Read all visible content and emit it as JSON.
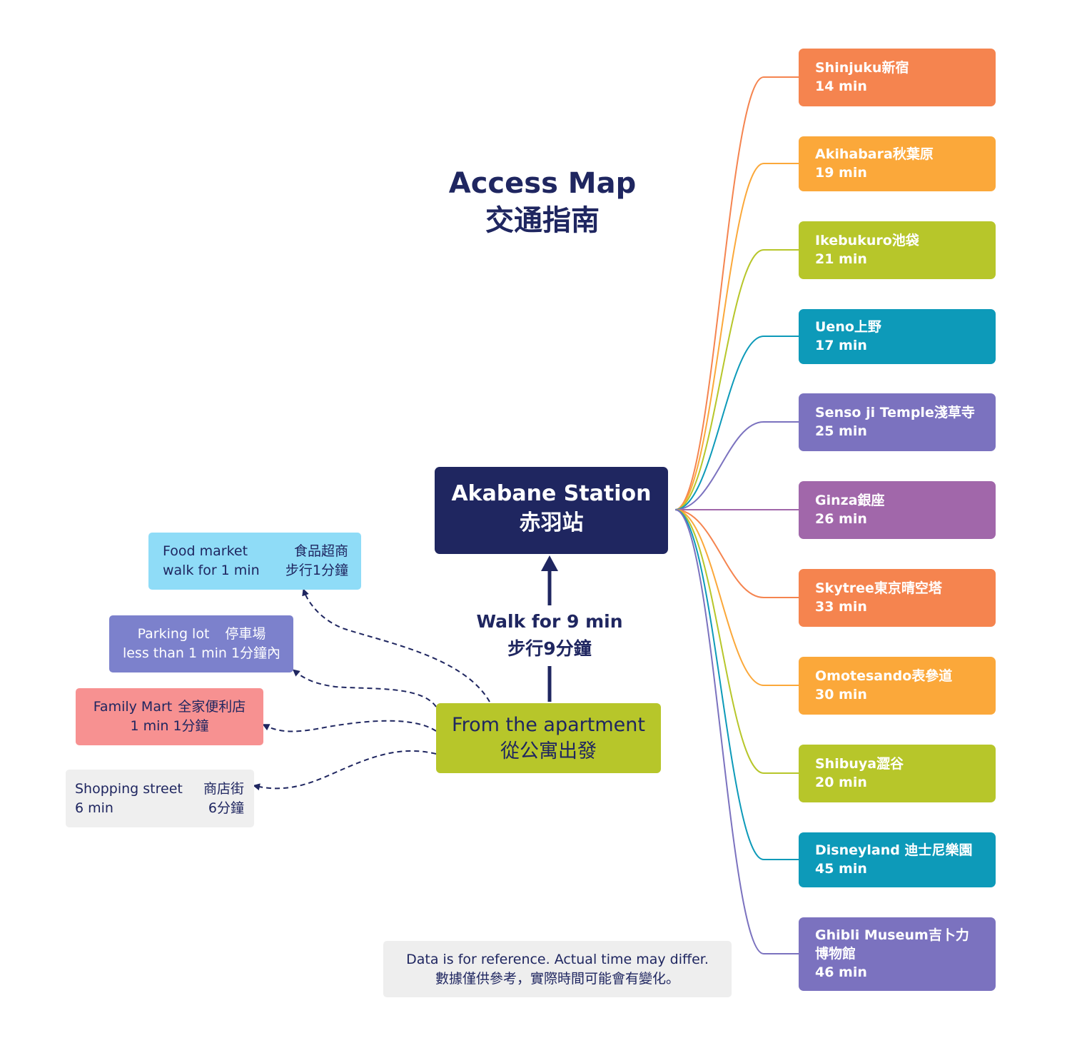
{
  "title": {
    "line1": "Access Map",
    "line2": "交通指南"
  },
  "station": {
    "line1": "Akabane Station",
    "line2": "赤羽站"
  },
  "walk": {
    "line1": "Walk for 9 min",
    "line2": "步行9分鐘"
  },
  "origin": {
    "line1": "From the apartment",
    "line2": "從公寓出發"
  },
  "destinations": [
    {
      "name": "Shinjuku新宿",
      "time": "14 min",
      "color": "#f5844f"
    },
    {
      "name": "Akihabara秋葉原",
      "time": "19 min",
      "color": "#fba83a"
    },
    {
      "name": "Ikebukuro池袋",
      "time": "21 min",
      "color": "#b7c62a"
    },
    {
      "name": "Ueno上野",
      "time": "17 min",
      "color": "#0d9ab9"
    },
    {
      "name": "Senso ji Temple淺草寺",
      "time": "25 min",
      "color": "#7b72bf"
    },
    {
      "name": "Ginza銀座",
      "time": "26 min",
      "color": "#a167aa"
    },
    {
      "name": "Skytree東京晴空塔",
      "time": "33 min",
      "color": "#f5844f"
    },
    {
      "name": "Omotesando表參道",
      "time": "30 min",
      "color": "#fba83a"
    },
    {
      "name": "Shibuya澀谷",
      "time": "20 min",
      "color": "#b7c62a"
    },
    {
      "name": "Disneyland 迪士尼樂園",
      "time": "45 min",
      "color": "#0d9ab9"
    },
    {
      "name": "Ghibli Museum吉卜力博物館",
      "time": "46 min",
      "color": "#7b72bf"
    }
  ],
  "nearby": [
    {
      "left_top": "Food market",
      "right_top": "食品超商",
      "left_bottom": "walk for 1 min",
      "right_bottom": "步行1分鐘",
      "color": "#8fdcf7"
    },
    {
      "left_top": "Parking lot",
      "right_top": "停車場",
      "left_bottom": "less than 1 min",
      "right_bottom": "1分鐘內",
      "color": "#7c81cc"
    },
    {
      "left_top": "Family Mart",
      "right_top": "全家便利店",
      "left_bottom": "1 min",
      "right_bottom": "1分鐘",
      "color": "#f79191"
    },
    {
      "left_top": "Shopping street",
      "right_top": "商店街",
      "left_bottom": "6 min",
      "right_bottom": "6分鐘",
      "color": "#efefef"
    }
  ],
  "note": {
    "line1": "Data is for reference. Actual time may differ.",
    "line2": "數據僅供參考，實際時間可能會有變化。"
  },
  "colors": {
    "navy": "#1f2660",
    "connector": "#1f2660"
  }
}
